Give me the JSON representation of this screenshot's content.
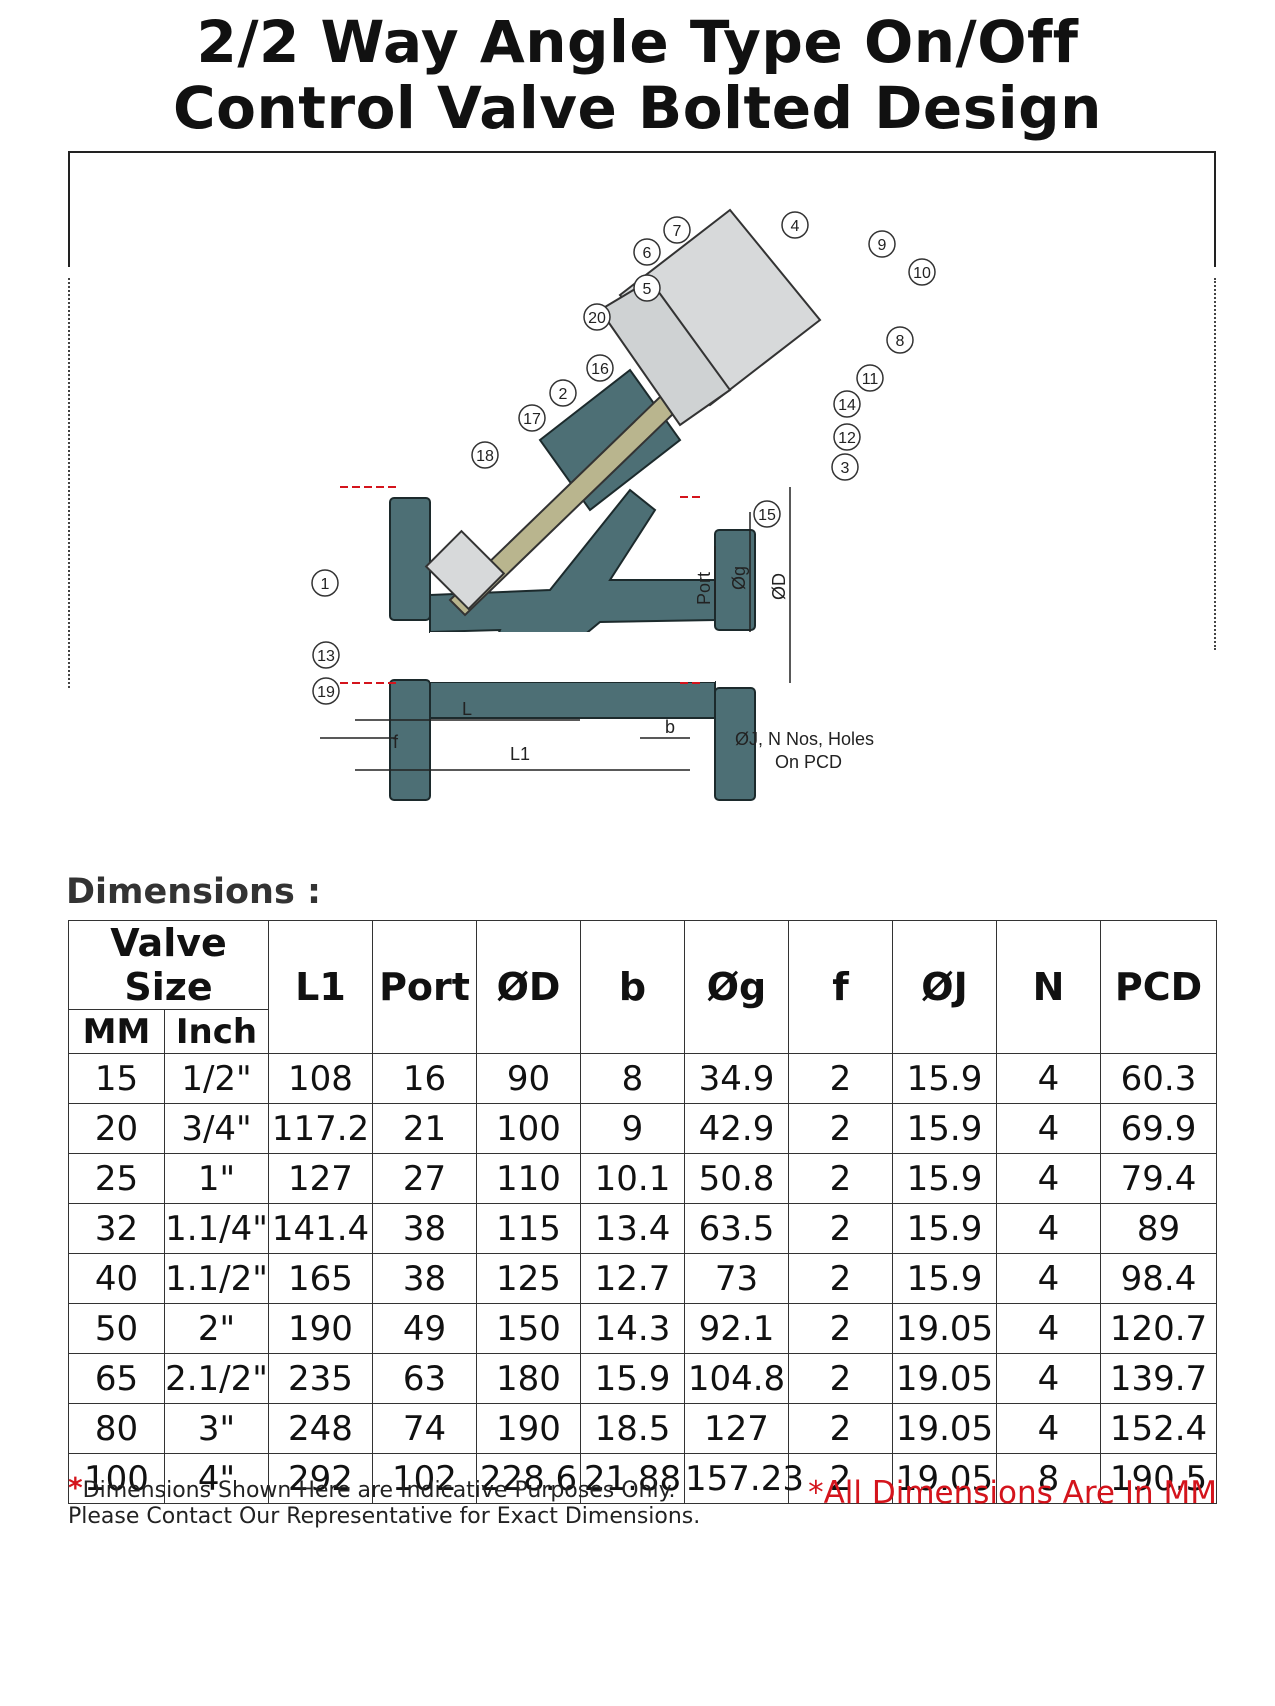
{
  "title": {
    "line1": "2/2 Way Angle Type On/Off",
    "line2": "Control Valve Bolted Design"
  },
  "diagram": {
    "callouts": [
      "1",
      "2",
      "3",
      "4",
      "5",
      "6",
      "7",
      "8",
      "9",
      "10",
      "11",
      "12",
      "13",
      "14",
      "15",
      "16",
      "17",
      "18",
      "19",
      "20"
    ],
    "labels": {
      "L": "L",
      "L1": "L1",
      "f": "f",
      "b": "b",
      "port": "Port",
      "g": "Øg",
      "D": "ØD",
      "holes_line1": "ØJ, N Nos, Holes",
      "holes_line2": "On PCD"
    },
    "colors": {
      "body": "#4d6f75",
      "stem": "#b9b58e",
      "actuator": "#d7d9da",
      "dim_red": "#d4141c"
    }
  },
  "dimensions": {
    "heading": "Dimensions :",
    "header": {
      "valve_size": "Valve Size",
      "mm": "MM",
      "inch": "Inch",
      "cols": [
        "L1",
        "Port",
        "ØD",
        "b",
        "Øg",
        "f",
        "ØJ",
        "N",
        "PCD"
      ]
    },
    "rows": [
      [
        "15",
        "1/2\"",
        "108",
        "16",
        "90",
        "8",
        "34.9",
        "2",
        "15.9",
        "4",
        "60.3"
      ],
      [
        "20",
        "3/4\"",
        "117.2",
        "21",
        "100",
        "9",
        "42.9",
        "2",
        "15.9",
        "4",
        "69.9"
      ],
      [
        "25",
        "1\"",
        "127",
        "27",
        "110",
        "10.1",
        "50.8",
        "2",
        "15.9",
        "4",
        "79.4"
      ],
      [
        "32",
        "1.1/4\"",
        "141.4",
        "38",
        "115",
        "13.4",
        "63.5",
        "2",
        "15.9",
        "4",
        "89"
      ],
      [
        "40",
        "1.1/2\"",
        "165",
        "38",
        "125",
        "12.7",
        "73",
        "2",
        "15.9",
        "4",
        "98.4"
      ],
      [
        "50",
        "2\"",
        "190",
        "49",
        "150",
        "14.3",
        "92.1",
        "2",
        "19.05",
        "4",
        "120.7"
      ],
      [
        "65",
        "2.1/2\"",
        "235",
        "63",
        "180",
        "15.9",
        "104.8",
        "2",
        "19.05",
        "4",
        "139.7"
      ],
      [
        "80",
        "3\"",
        "248",
        "74",
        "190",
        "18.5",
        "127",
        "2",
        "19.05",
        "4",
        "152.4"
      ],
      [
        "100",
        "4\"",
        "292",
        "102",
        "228.6",
        "21.88",
        "157.23",
        "2",
        "19.05",
        "8",
        "190.5"
      ]
    ]
  },
  "notes": {
    "star": "*",
    "line1": "Dimensions Shown Here are Indicative Purposes Only.",
    "line2": "Please Contact Our Representative for Exact Dimensions.",
    "mm_note": "*All Dimensions Are In MM"
  }
}
